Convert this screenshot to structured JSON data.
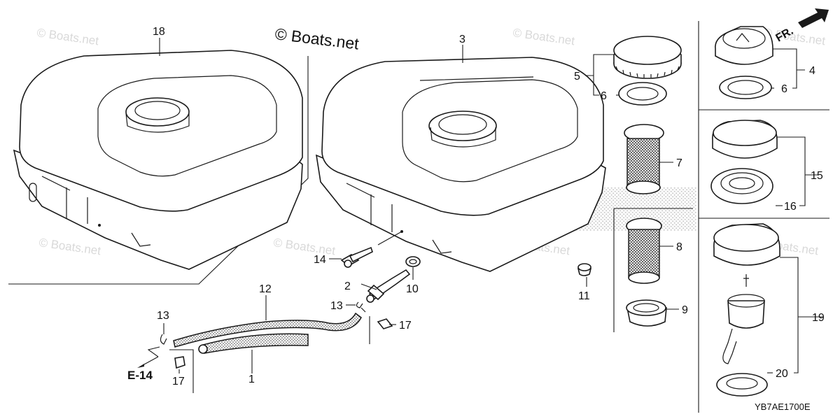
{
  "diagram": {
    "watermark_main": "© Boats.net",
    "watermark_faint": "© Boats.net",
    "front_indicator": "FR.",
    "reference_label": "E-14",
    "diagram_code": "YB7AE1700E",
    "callouts": [
      {
        "id": "c1",
        "label": "1"
      },
      {
        "id": "c2",
        "label": "2"
      },
      {
        "id": "c3",
        "label": "3"
      },
      {
        "id": "c4",
        "label": "4"
      },
      {
        "id": "c5",
        "label": "5"
      },
      {
        "id": "c6a",
        "label": "6"
      },
      {
        "id": "c6b",
        "label": "6"
      },
      {
        "id": "c7",
        "label": "7"
      },
      {
        "id": "c8",
        "label": "8"
      },
      {
        "id": "c9",
        "label": "9"
      },
      {
        "id": "c10",
        "label": "10"
      },
      {
        "id": "c11",
        "label": "11"
      },
      {
        "id": "c12",
        "label": "12"
      },
      {
        "id": "c13a",
        "label": "13"
      },
      {
        "id": "c13b",
        "label": "13"
      },
      {
        "id": "c14",
        "label": "14"
      },
      {
        "id": "c15",
        "label": "15"
      },
      {
        "id": "c16",
        "label": "16"
      },
      {
        "id": "c17a",
        "label": "17"
      },
      {
        "id": "c17b",
        "label": "17"
      },
      {
        "id": "c18",
        "label": "18"
      },
      {
        "id": "c19",
        "label": "19"
      },
      {
        "id": "c20",
        "label": "20"
      }
    ]
  }
}
